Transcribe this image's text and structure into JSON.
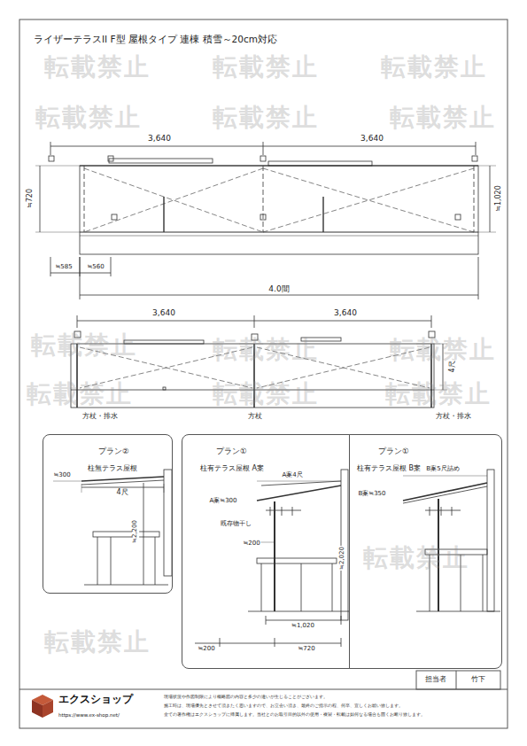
{
  "diagram": {
    "title": "ライザーテラスII F型 屋根タイプ 連棟 積雪～20cm対応",
    "nodes": [
      {
        "text": [
          "プラン②",
          "柱無テラス屋根"
        ]
      },
      {
        "text": [
          "プラン①",
          "柱有テラス屋根 A案"
        ]
      },
      {
        "text": [
          "プラン①",
          "柱有テラス屋根 B案"
        ]
      }
    ],
    "labels": [
      "3,640",
      "3,640",
      "≒720",
      "≒1,020",
      "≒585",
      "≒560",
      "4.0間",
      "3,640",
      "3,640",
      "4尺",
      "方杖・排水",
      "方杖",
      "方杖・排水",
      "≒300",
      "4尺",
      "≒2,200",
      "A案4尺",
      "A案≒300",
      "既存物干し",
      "≒200",
      "≒2,020",
      "≒1,020",
      "≒200",
      "≒720",
      "B案5尺詰め",
      "B案≒350",
      "担当者",
      "竹下",
      "エクスショップ",
      "https://www.ex-shop.net/",
      "現場状況や作図制限により概略図の内容と多少の違いが生じることがございます。",
      "施工時は、現場優先とさせて頂きたく思いますので、お立会い頂き、最終のご指示の程、何卒、宜しくお願い致します。",
      "全ての著作権はエクスショップに帰属します。当社とのお取引目的以外の使用・複製・転載は如何なる場合も固くお断り致します。",
      "転載禁止",
      "転載禁止",
      "転載禁止",
      "転載禁止",
      "転載禁止",
      "転載禁止",
      "転載禁止",
      "転載禁止",
      "転載禁止",
      "転載禁止",
      "転載禁止",
      "転載禁止",
      "転載禁止",
      "転載禁止"
    ]
  }
}
